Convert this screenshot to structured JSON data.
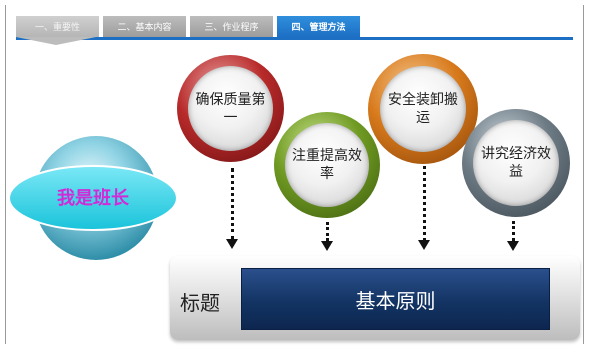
{
  "tabs": [
    {
      "label": "一、重要性"
    },
    {
      "label": "二、基本内容"
    },
    {
      "label": "三、作业程序"
    },
    {
      "label": "四、管理方法"
    }
  ],
  "leader": {
    "label": "我是班长"
  },
  "principles": [
    {
      "label": "确保质量第一",
      "ring_color": "#b82a2a"
    },
    {
      "label": "注重提高效率",
      "ring_color": "#6f9a22"
    },
    {
      "label": "安全装卸搬运",
      "ring_color": "#d87a1c"
    },
    {
      "label": "讲究经济效益",
      "ring_color": "#6c7a84"
    }
  ],
  "platform": {
    "label": "标题",
    "title": "基本原则"
  },
  "colors": {
    "accent": "#1d6fc4",
    "title_box": "#133463",
    "leader_text": "#d12ad6",
    "leader_fill": "#3fd2e6"
  }
}
